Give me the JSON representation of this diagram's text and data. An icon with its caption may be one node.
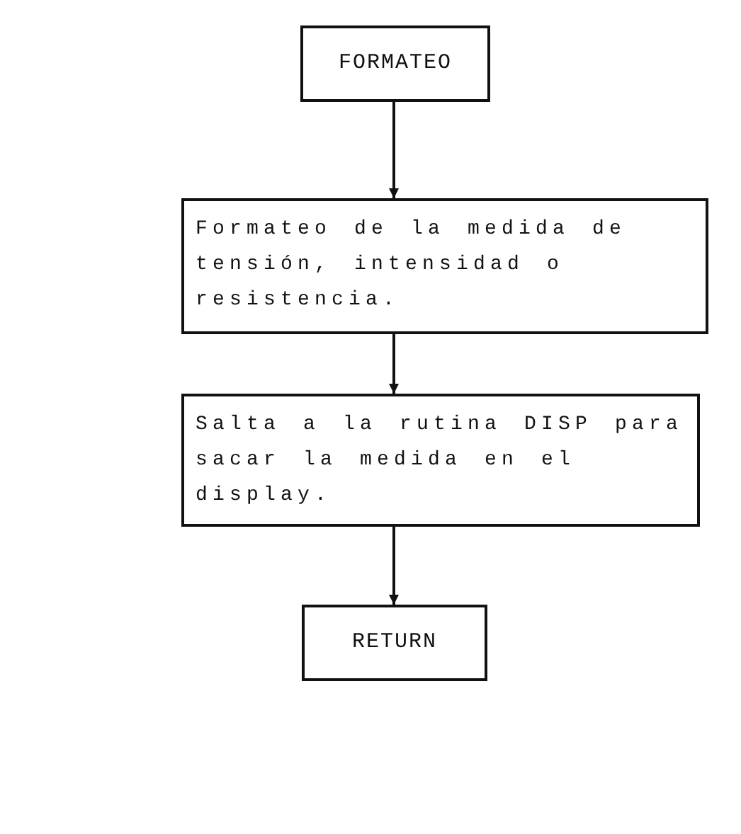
{
  "diagram": {
    "nodes": [
      {
        "text": [
          "FORMATEO"
        ]
      },
      {
        "text": [
          "Formateo de la medida de tensión, intensidad o resistencia."
        ]
      },
      {
        "text": [
          "Salta a la rutina DISP para sacar la medida en el display."
        ]
      },
      {
        "text": [
          "RETURN"
        ]
      }
    ],
    "edges": [
      {
        "from": 0,
        "to": 1,
        "arrow": "to"
      },
      {
        "from": 1,
        "to": 2,
        "arrow": "to"
      },
      {
        "from": 2,
        "to": 3,
        "arrow": "to"
      }
    ]
  }
}
